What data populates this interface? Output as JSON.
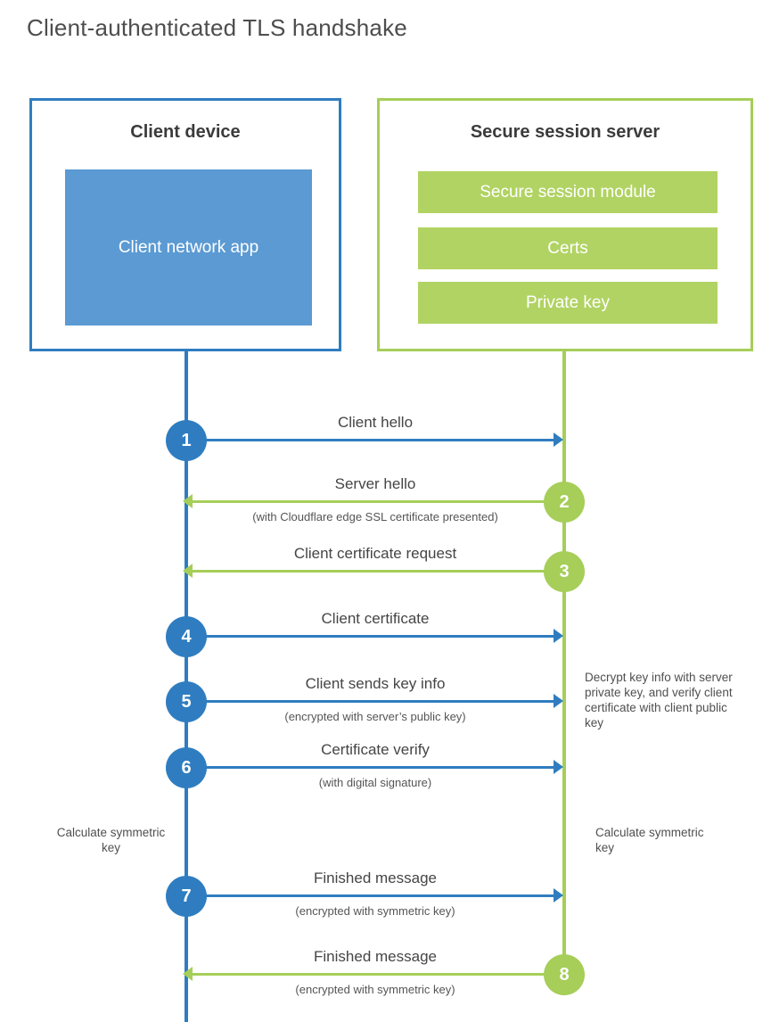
{
  "title": "Client-authenticated TLS handshake",
  "colors": {
    "blue": "#2f7dc0",
    "blue_fill": "#5b9ad2",
    "green": "#a6ce58",
    "green_fill": "#b1d363"
  },
  "client_box": {
    "title": "Client device",
    "app_label": "Client network app"
  },
  "server_box": {
    "title": "Secure session server",
    "modules": [
      "Secure session module",
      "Certs",
      "Private key"
    ]
  },
  "messages": [
    {
      "num": "1",
      "label": "Client hello",
      "sub": "",
      "dir": "right",
      "color": "blue"
    },
    {
      "num": "2",
      "label": "Server hello",
      "sub": "(with Cloudflare edge SSL certificate presented)",
      "dir": "left",
      "color": "green"
    },
    {
      "num": "3",
      "label": "Client certificate request",
      "sub": "",
      "dir": "left",
      "color": "green"
    },
    {
      "num": "4",
      "label": "Client certificate",
      "sub": "",
      "dir": "right",
      "color": "blue"
    },
    {
      "num": "5",
      "label": "Client sends key info",
      "sub": "(encrypted with server’s public key)",
      "dir": "right",
      "color": "blue"
    },
    {
      "num": "6",
      "label": "Certificate verify",
      "sub": "(with digital signature)",
      "dir": "right",
      "color": "blue"
    },
    {
      "num": "7",
      "label": "Finished message",
      "sub": "(encrypted with symmetric key)",
      "dir": "right",
      "color": "blue"
    },
    {
      "num": "8",
      "label": "Finished message",
      "sub": "(encrypted with symmetric key)",
      "dir": "left",
      "color": "green"
    }
  ],
  "annotations": {
    "left_note": "Calculate symmetric key",
    "right_note": "Calculate symmetric key",
    "decrypt_note": "Decrypt key info with server private key, and verify client certificate with client public key"
  }
}
